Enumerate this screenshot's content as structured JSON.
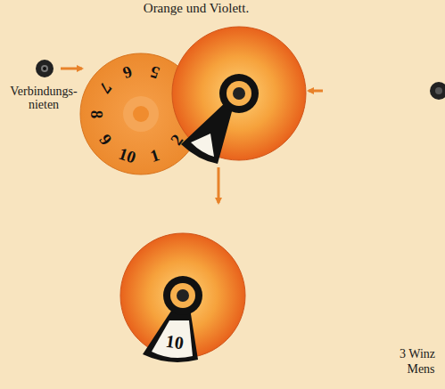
{
  "diagram": {
    "labels": [
      "Orange und Violett.",
      "Verbindungs- nieten",
      "5",
      "6",
      "7",
      "8",
      "9",
      "10",
      "1",
      "2",
      "10",
      "3 Winz",
      "Mens"
    ]
  }
}
